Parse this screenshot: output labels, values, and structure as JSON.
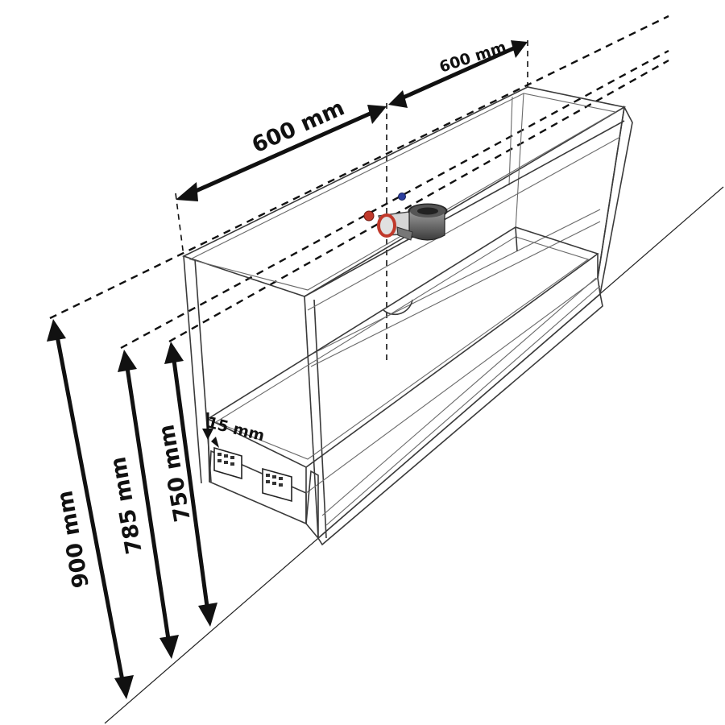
{
  "dimensions": {
    "width_left": "600 mm",
    "width_right": "600 mm",
    "height_total": "900 mm",
    "height_middle": "785 mm",
    "height_low": "750 mm",
    "gap": "15 mm"
  },
  "colors": {
    "line": "#111111",
    "cabinet_outline": "#3a3a3a",
    "valve_red": "#c0392b",
    "valve_blue": "#2c3e9e",
    "siphon": "#5a5a5a"
  },
  "icons": {
    "siphon": "sink-siphon-icon",
    "hot_valve": "hot-water-valve-icon",
    "cold_valve": "cold-water-valve-icon",
    "drawer_hinge": "drawer-runner-icon"
  }
}
